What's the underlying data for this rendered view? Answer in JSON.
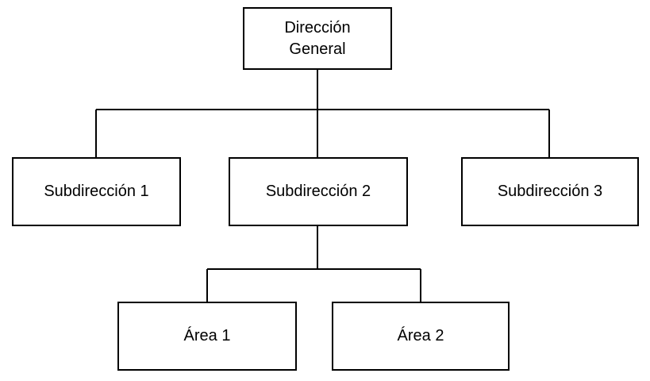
{
  "org_chart": {
    "root": {
      "label": "Dirección\nGeneral"
    },
    "subdirecciones": [
      {
        "label": "Subdirección 1"
      },
      {
        "label": "Subdirección 2"
      },
      {
        "label": "Subdirección 3"
      }
    ],
    "areas": [
      {
        "label": "Área 1"
      },
      {
        "label": "Área 2"
      }
    ]
  },
  "colors": {
    "line": "#000000",
    "box_border": "#000000",
    "box_fill": "#ffffff",
    "background": "#ffffff"
  }
}
